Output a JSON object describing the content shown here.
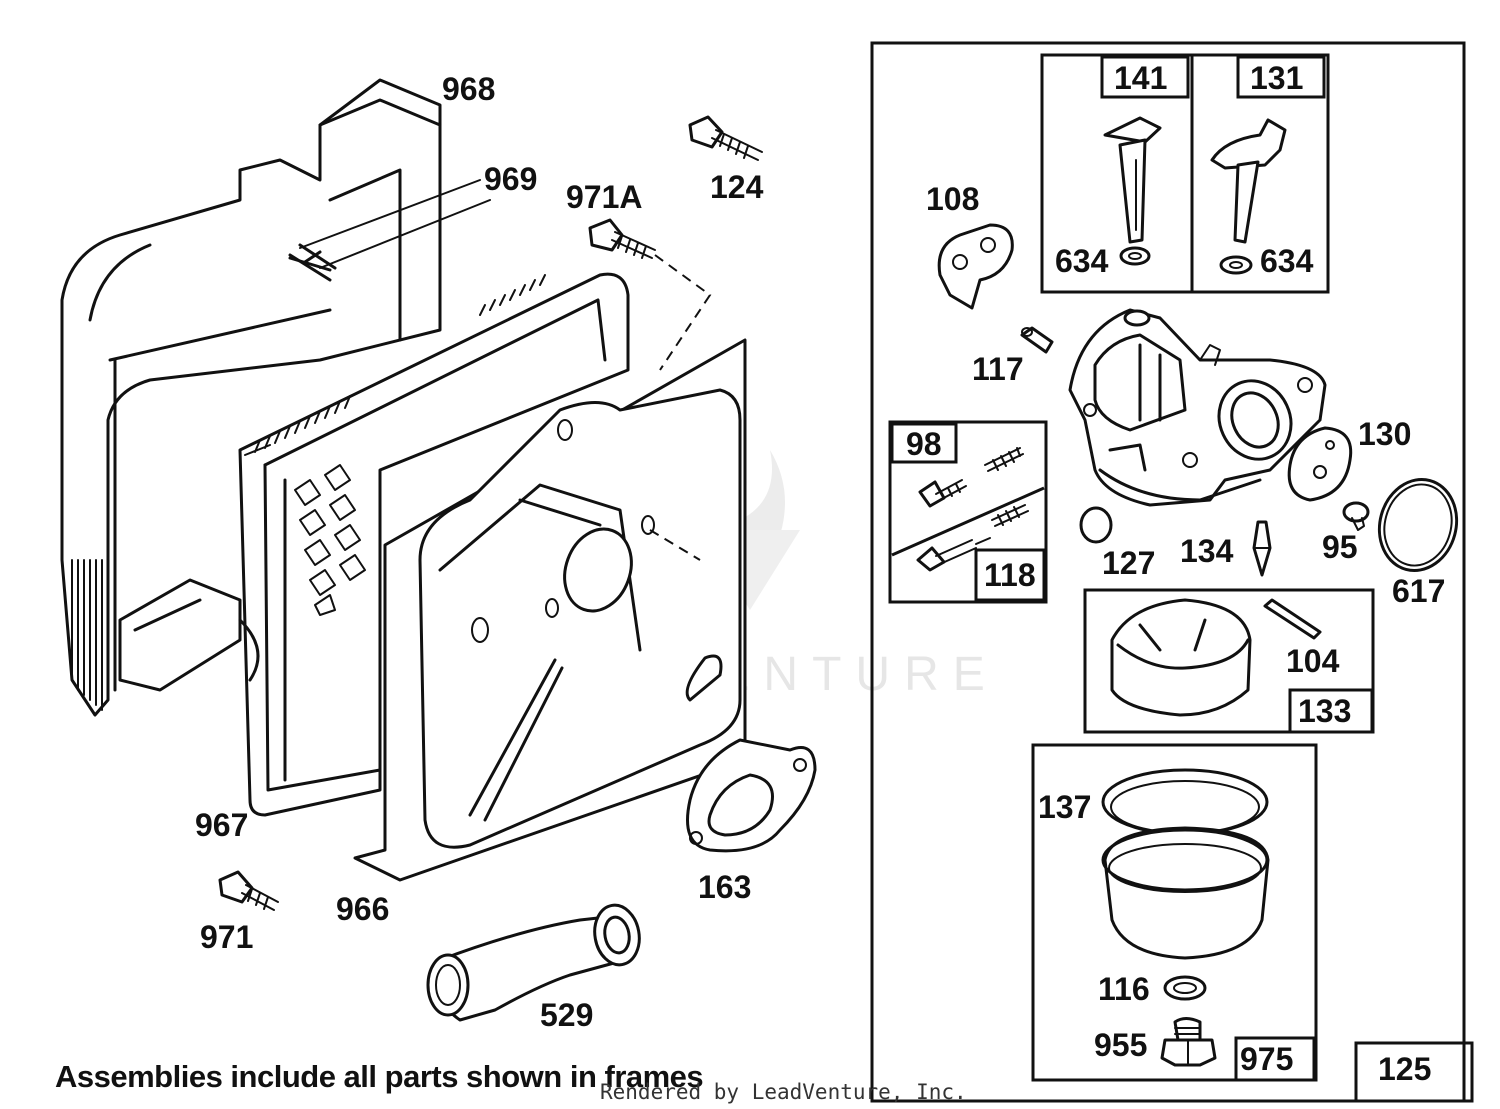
{
  "watermark": {
    "text": "LEADVENTURE",
    "color": "#e6e6e6"
  },
  "labels": {
    "p968": "968",
    "p969": "969",
    "p971A": "971A",
    "p124": "124",
    "p967": "967",
    "p966": "966",
    "p971": "971",
    "p163": "163",
    "p529": "529",
    "p108": "108",
    "p141": "141",
    "p131": "131",
    "p634a": "634",
    "p634b": "634",
    "p117": "117",
    "p130": "130",
    "p98": "98",
    "p118": "118",
    "p127": "127",
    "p134": "134",
    "p95": "95",
    "p617": "617",
    "p104": "104",
    "p133": "133",
    "p137": "137",
    "p116": "116",
    "p955": "955",
    "p975": "975",
    "p125": "125"
  },
  "footer": {
    "note": "Assemblies include all parts shown in frames",
    "credit": "Rendered by LeadVenture, Inc."
  },
  "colors": {
    "line": "#111111",
    "background": "#ffffff"
  }
}
